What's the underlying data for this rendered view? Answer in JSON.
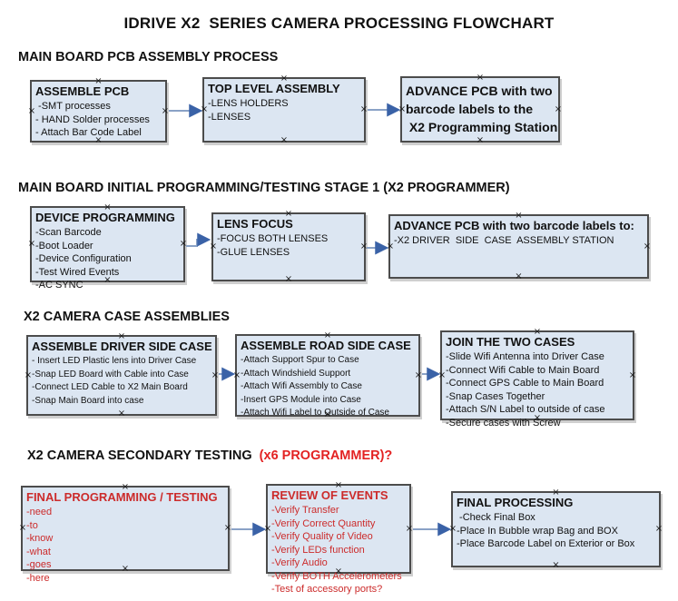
{
  "title": "IDRIVE X2  SERIES CAMERA PROCESSING FLOWCHART",
  "icons": {
    "connection_point": "×"
  },
  "colors": {
    "box_fill": "#dce6f2",
    "box_border": "#4c4c4c",
    "shadow": "#cfcfcf",
    "text": "#111111",
    "red": "#cc2b2b",
    "heading_red": "#e32222",
    "arrow_line": "#8aa2c6",
    "arrow_head": "#3a62a7"
  },
  "sections": [
    {
      "heading": "MAIN BOARD PCB ASSEMBLY PROCESS",
      "boxes": [
        {
          "header": "ASSEMBLE PCB",
          "items": [
            " -SMT processes",
            "- HAND Solder processes",
            "- Attach Bar Code Label"
          ]
        },
        {
          "header": "TOP LEVEL ASSEMBLY",
          "items": [
            "-LENS HOLDERS",
            "-LENSES"
          ]
        },
        {
          "header": "",
          "items": [
            "ADVANCE PCB with two",
            "barcode labels to the",
            " X2 Programming Station"
          ]
        }
      ]
    },
    {
      "heading": "MAIN BOARD INITIAL PROGRAMMING/TESTING STAGE 1 (X2 PROGRAMMER)",
      "boxes": [
        {
          "header": "DEVICE PROGRAMMING",
          "items": [
            "-Scan Barcode",
            "-Boot Loader",
            "-Device Configuration",
            "-Test Wired Events",
            "-AC SYNC"
          ]
        },
        {
          "header": "LENS FOCUS",
          "items": [
            "-FOCUS BOTH LENSES",
            "-GLUE LENSES"
          ]
        },
        {
          "header": "ADVANCE PCB with two barcode labels to:",
          "items": [
            "-X2 DRIVER  SIDE  CASE  ASSEMBLY STATION"
          ]
        }
      ]
    },
    {
      "heading": "X2 CAMERA CASE ASSEMBLIES",
      "boxes": [
        {
          "header": "ASSEMBLE DRIVER SIDE CASE",
          "items": [
            "- Insert LED Plastic lens into Driver Case",
            "-Snap LED Board with Cable into Case",
            "-Connect LED Cable to X2 Main Board",
            "-Snap Main Board into case"
          ]
        },
        {
          "header": "ASSEMBLE ROAD SIDE CASE",
          "items": [
            "-Attach Support Spur to Case",
            "-Attach Windshield Support",
            "-Attach Wifi Assembly to Case",
            "-Insert GPS Module into Case",
            "-Attach Wifi Label to Outside of Case"
          ]
        },
        {
          "header": "JOIN THE TWO CASES",
          "items": [
            "-Slide Wifi Antenna into Driver Case",
            "-Connect Wifi Cable to Main Board",
            "-Connect GPS Cable to Main Board",
            "-Snap Cases Together",
            "-Attach S/N Label to outside of case",
            "-Secure cases with Screw"
          ]
        }
      ]
    },
    {
      "heading_black": "X2 CAMERA SECONDARY TESTING  ",
      "heading_red": "(x6 PROGRAMMER)?",
      "boxes": [
        {
          "header": "FINAL PROGRAMMING / TESTING",
          "items": [
            "-need",
            "-to",
            "-know",
            "-what",
            "-goes",
            "-here"
          ]
        },
        {
          "header": "REVIEW OF EVENTS",
          "items": [
            "-Verify Transfer",
            "-Verify Correct Quantity",
            "-Verify Quality of Video",
            "-Verify LEDs function",
            "-Verify Audio",
            "-Verify BOTH Accelerometers",
            "-Test of accessory ports?"
          ]
        },
        {
          "header": "FINAL PROCESSING",
          "items": [
            " -Check Final Box",
            "-Place In Bubble wrap Bag and BOX",
            "-Place Barcode Label on Exterior or Box"
          ]
        }
      ]
    }
  ]
}
